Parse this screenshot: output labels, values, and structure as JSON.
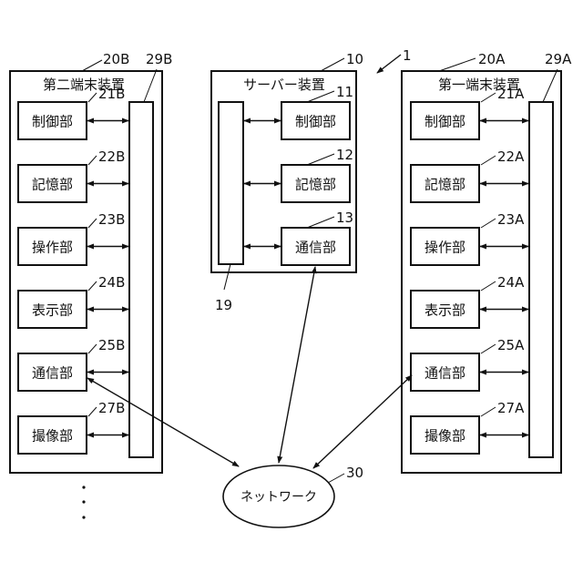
{
  "system_ref": "1",
  "server": {
    "title": "サーバー装置",
    "ref": "10",
    "bus_ref": "19",
    "units": [
      {
        "label": "制御部",
        "ref": "11"
      },
      {
        "label": "記憶部",
        "ref": "12"
      },
      {
        "label": "通信部",
        "ref": "13"
      }
    ]
  },
  "terminal_b": {
    "title": "第二端末装置",
    "ref": "20B",
    "bus_ref": "29B",
    "units": [
      {
        "label": "制御部",
        "ref": "21B"
      },
      {
        "label": "記憶部",
        "ref": "22B"
      },
      {
        "label": "操作部",
        "ref": "23B"
      },
      {
        "label": "表示部",
        "ref": "24B"
      },
      {
        "label": "通信部",
        "ref": "25B"
      },
      {
        "label": "撮像部",
        "ref": "27B"
      }
    ]
  },
  "terminal_a": {
    "title": "第一端末装置",
    "ref": "20A",
    "bus_ref": "29A",
    "units": [
      {
        "label": "制御部",
        "ref": "21A"
      },
      {
        "label": "記憶部",
        "ref": "22A"
      },
      {
        "label": "操作部",
        "ref": "23A"
      },
      {
        "label": "表示部",
        "ref": "24A"
      },
      {
        "label": "通信部",
        "ref": "25A"
      },
      {
        "label": "撮像部",
        "ref": "27A"
      }
    ]
  },
  "network": {
    "label": "ネットワーク",
    "ref": "30"
  },
  "ellipsis": "・・・"
}
